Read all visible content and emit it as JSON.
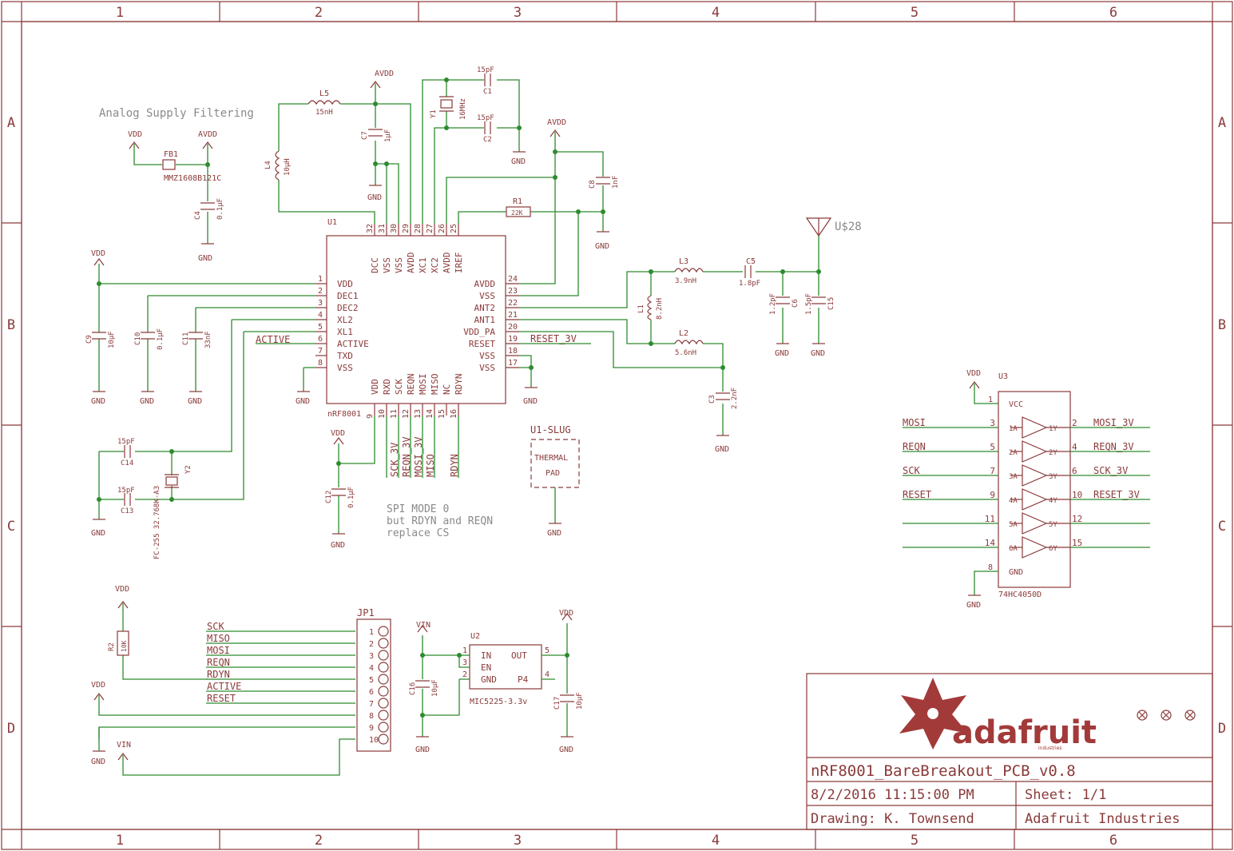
{
  "frame": {
    "cols": [
      "1",
      "2",
      "3",
      "4",
      "5",
      "6"
    ],
    "rows": [
      "A",
      "B",
      "C",
      "D"
    ]
  },
  "notes": {
    "analog": "Analog Supply Filtering",
    "spi1": "SPI MODE 0",
    "spi2": "but RDYN and REQN",
    "spi3": "replace CS"
  },
  "power": {
    "vdd": "VDD",
    "avdd": "AVDD",
    "gnd": "GND",
    "vin": "VIN"
  },
  "u1": {
    "ref": "U1",
    "part": "nRF8001",
    "left_pins": [
      {
        "num": "1",
        "name": "VDD"
      },
      {
        "num": "2",
        "name": "DEC1"
      },
      {
        "num": "3",
        "name": "DEC2"
      },
      {
        "num": "4",
        "name": "XL2"
      },
      {
        "num": "5",
        "name": "XL1"
      },
      {
        "num": "6",
        "name": "ACTIVE"
      },
      {
        "num": "7",
        "name": "TXD"
      },
      {
        "num": "8",
        "name": "VSS"
      }
    ],
    "right_pins": [
      {
        "num": "24",
        "name": "AVDD"
      },
      {
        "num": "23",
        "name": "VSS"
      },
      {
        "num": "22",
        "name": "ANT2"
      },
      {
        "num": "21",
        "name": "ANT1"
      },
      {
        "num": "20",
        "name": "VDD_PA"
      },
      {
        "num": "19",
        "name": "RESET"
      },
      {
        "num": "18",
        "name": "VSS"
      },
      {
        "num": "17",
        "name": "VSS"
      }
    ],
    "top_pins": [
      {
        "num": "32",
        "name": "DCC"
      },
      {
        "num": "31",
        "name": "VSS"
      },
      {
        "num": "30",
        "name": "VSS"
      },
      {
        "num": "29",
        "name": "AVDD"
      },
      {
        "num": "28",
        "name": "XC1"
      },
      {
        "num": "27",
        "name": "XC2"
      },
      {
        "num": "26",
        "name": "AVDD"
      },
      {
        "num": "25",
        "name": "IREF"
      }
    ],
    "bottom_pins": [
      {
        "num": "9",
        "name": "VDD"
      },
      {
        "num": "10",
        "name": "RXD"
      },
      {
        "num": "11",
        "name": "SCK"
      },
      {
        "num": "12",
        "name": "REQN"
      },
      {
        "num": "13",
        "name": "MOSI"
      },
      {
        "num": "14",
        "name": "MISO"
      },
      {
        "num": "15",
        "name": "NC"
      },
      {
        "num": "16",
        "name": "RDYN"
      }
    ],
    "bottom_nets": [
      "SCK_3V",
      "REQN_3V",
      "MOSI_3V",
      "MISO",
      "RDYN"
    ],
    "left_net": "ACTIVE",
    "right_net": "RESET_3V",
    "slug_ref": "U1-SLUG",
    "slug_l1": "THERMAL",
    "slug_l2": "PAD"
  },
  "parts": {
    "fb1": {
      "ref": "FB1",
      "value": "MMZ1608B121C"
    },
    "c4": {
      "ref": "C4",
      "value": "0.1µF"
    },
    "l5": {
      "ref": "L5",
      "value": "15nH"
    },
    "l4": {
      "ref": "L4",
      "value": "10µH"
    },
    "c7": {
      "ref": "C7",
      "value": "1µF"
    },
    "y1": {
      "ref": "Y1",
      "value": "16MHz"
    },
    "c1": {
      "ref": "C1",
      "value": "15pF"
    },
    "c2": {
      "ref": "C2",
      "value": "15pF"
    },
    "c8": {
      "ref": "C8",
      "value": "1nF"
    },
    "r1": {
      "ref": "R1",
      "value": "22K"
    },
    "c9": {
      "ref": "C9",
      "value": "10µF"
    },
    "c10": {
      "ref": "C10",
      "value": "0.1µF"
    },
    "c11": {
      "ref": "C11",
      "value": "33nF"
    },
    "c14": {
      "ref": "C14",
      "value": "15pF"
    },
    "c13": {
      "ref": "C13",
      "value": "15pF"
    },
    "y2": {
      "ref": "Y2",
      "value": "FC-255 32.768K-A3"
    },
    "c12": {
      "ref": "C12",
      "value": "0.1µF"
    },
    "l3": {
      "ref": "L3",
      "value": "3.9nH"
    },
    "l1": {
      "ref": "L1",
      "value": "8.2nH"
    },
    "l2": {
      "ref": "L2",
      "value": "5.6nH"
    },
    "c5": {
      "ref": "C5",
      "value": "1.8pF"
    },
    "c6": {
      "ref": "C6",
      "value": "1.2pF"
    },
    "c15": {
      "ref": "C15",
      "value": "1.5pF"
    },
    "c3": {
      "ref": "C3",
      "value": "2.2nF"
    },
    "ant": {
      "ref": "U$28"
    },
    "r2": {
      "ref": "R2",
      "value": "10K"
    },
    "c16": {
      "ref": "C16",
      "value": "10µF"
    },
    "c17": {
      "ref": "C17",
      "value": "10µF"
    }
  },
  "u2": {
    "ref": "U2",
    "part": "MIC5225-3.3v",
    "pins": [
      {
        "num": "1",
        "name": "IN"
      },
      {
        "num": "3",
        "name": "EN"
      },
      {
        "num": "2",
        "name": "GND"
      },
      {
        "num": "5",
        "name": "OUT"
      },
      {
        "num": "4",
        "name": "P4"
      }
    ]
  },
  "u3": {
    "ref": "U3",
    "part": "74HC4050D",
    "vcc": "VCC",
    "gnd": "GND",
    "vcc_pin": "1",
    "gnd_pin": "8",
    "buffers": [
      {
        "in_pin": "3",
        "out_pin": "2",
        "in_net": "MOSI",
        "out_net": "MOSI_3V",
        "a": "1A",
        "y": "1Y"
      },
      {
        "in_pin": "5",
        "out_pin": "4",
        "in_net": "REQN",
        "out_net": "REQN_3V",
        "a": "2A",
        "y": "2Y"
      },
      {
        "in_pin": "7",
        "out_pin": "6",
        "in_net": "SCK",
        "out_net": "SCK_3V",
        "a": "3A",
        "y": "3Y"
      },
      {
        "in_pin": "9",
        "out_pin": "10",
        "in_net": "RESET",
        "out_net": "RESET_3V",
        "a": "4A",
        "y": "4Y"
      },
      {
        "in_pin": "11",
        "out_pin": "12",
        "in_net": "",
        "out_net": "",
        "a": "5A",
        "y": "5Y"
      },
      {
        "in_pin": "14",
        "out_pin": "15",
        "in_net": "",
        "out_net": "",
        "a": "6A",
        "y": "6Y"
      }
    ]
  },
  "jp1": {
    "ref": "JP1",
    "pins": [
      {
        "num": "1",
        "net": "SCK"
      },
      {
        "num": "2",
        "net": "MISO"
      },
      {
        "num": "3",
        "net": "MOSI"
      },
      {
        "num": "4",
        "net": "REQN"
      },
      {
        "num": "5",
        "net": "RDYN"
      },
      {
        "num": "6",
        "net": "ACTIVE"
      },
      {
        "num": "7",
        "net": "RESET"
      },
      {
        "num": "8",
        "net": ""
      },
      {
        "num": "9",
        "net": ""
      },
      {
        "num": "10",
        "net": ""
      }
    ]
  },
  "title_block": {
    "logo_text": "adafruit",
    "logo_sub": "industries",
    "title": "nRF8001_BareBreakout_PCB_v0.8",
    "date": "8/2/2016 11:15:00 PM",
    "sheet": "Sheet: 1/1",
    "drawing": "Drawing: K. Townsend",
    "company": "Adafruit Industries"
  },
  "colors": {
    "part": "#8b3a3a",
    "wire": "#2e8b2e",
    "note": "#8a8a8a",
    "background": "#ffffff"
  }
}
